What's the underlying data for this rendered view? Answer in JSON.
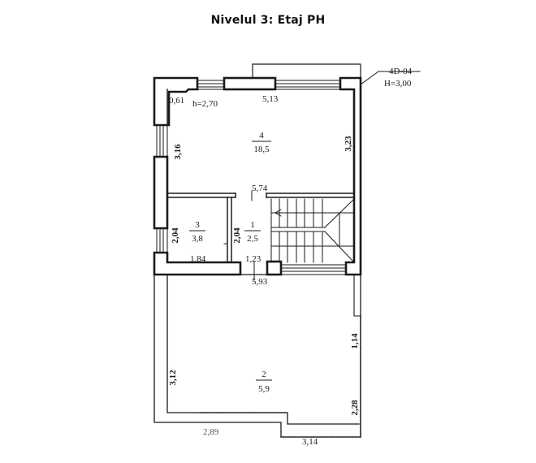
{
  "title": "Nivelul 3: Etaj PH",
  "tag": {
    "code": "4D-04",
    "height": "H=3,00"
  },
  "ceiling_height": "h=2,70",
  "colors": {
    "line": "#1a1a1a",
    "background": "#ffffff"
  },
  "rooms": [
    {
      "number": "1",
      "area": "2,5"
    },
    {
      "number": "2",
      "area": "5,9"
    },
    {
      "number": "3",
      "area": "3,8"
    },
    {
      "number": "4",
      "area": "18,5"
    }
  ],
  "dimensions": {
    "top_wall": "5,13",
    "corner": "0,61",
    "left_upper": "3,16",
    "right_upper": "3,23",
    "partition": "5,74",
    "room3_height": "2,04",
    "room1_height": "2,04",
    "room3_width": "1,84",
    "room1_width": "1,23",
    "bottom_wall": "5,93",
    "balcony_right_upper": "1,14",
    "balcony_left": "3,12",
    "balcony_right_lower": "2,28",
    "balcony_bottom_left": "2,89",
    "balcony_bottom_right": "3,14"
  }
}
